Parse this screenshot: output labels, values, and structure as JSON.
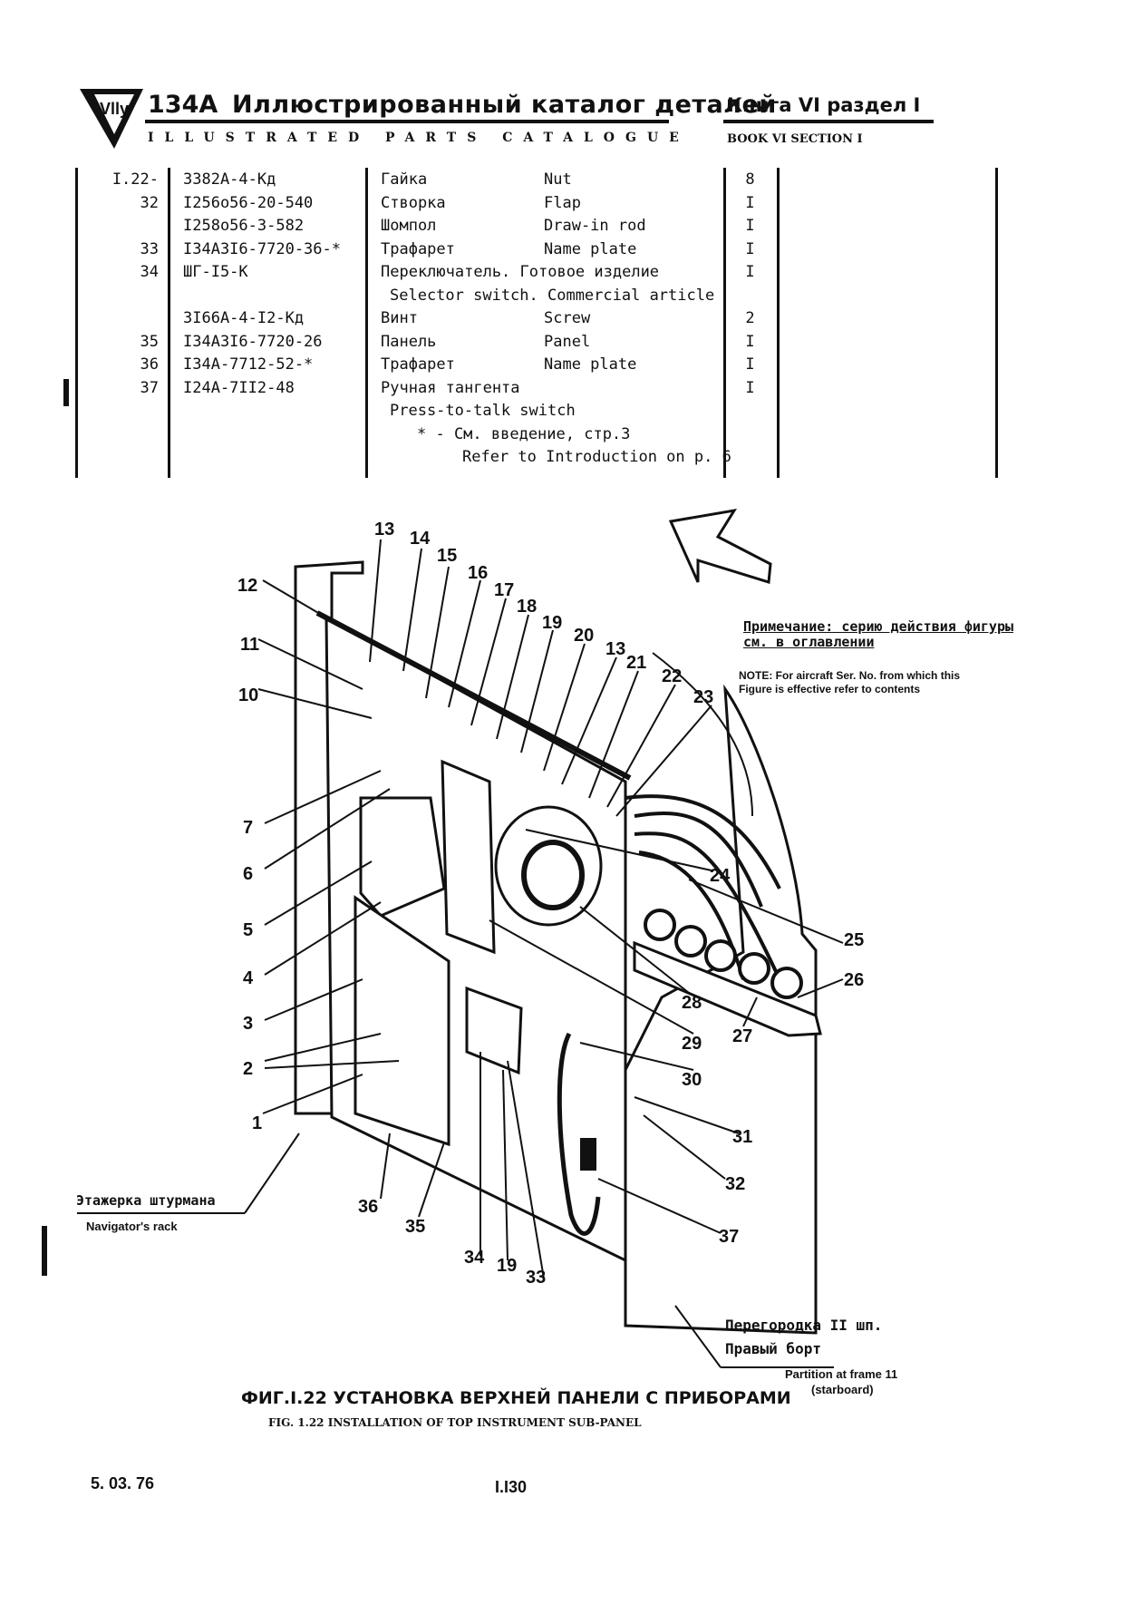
{
  "header": {
    "model": "134A",
    "title_ru": "Иллюстрированный каталог деталей",
    "title_en": "ILLUSTRATED PARTS CATALOGUE",
    "book_ru": "Книга VI раздел I",
    "book_en": "BOOK VI SECTION I"
  },
  "parts_table": {
    "rows": [
      {
        "fig": "I.22-",
        "part": "3382А-4-Кд",
        "name_ru": "Гайка",
        "name_en": "Nut",
        "qty": "8"
      },
      {
        "fig": "32",
        "part": "I256о56-20-540",
        "name_ru": "Створка",
        "name_en": "Flap",
        "qty": "I"
      },
      {
        "fig": "",
        "part": "I258о56-3-582",
        "name_ru": "Шомпол",
        "name_en": "Draw-in rod",
        "qty": "I"
      },
      {
        "fig": "33",
        "part": "I34A3I6-7720-36-*",
        "name_ru": "Трафарет",
        "name_en": "Name plate",
        "qty": "I"
      },
      {
        "fig": "34",
        "part": "ШГ-I5-К",
        "name_ru": "Переключатель. Готовое изделие",
        "name_en": "",
        "qty": "I"
      },
      {
        "fig": "",
        "part": "",
        "name_ru": "Selector switch. Commercial article",
        "name_en": "",
        "qty": ""
      },
      {
        "fig": "",
        "part": "3I66A-4-I2-Кд",
        "name_ru": "Винт",
        "name_en": "Screw",
        "qty": "2"
      },
      {
        "fig": "35",
        "part": "I34A3I6-7720-26",
        "name_ru": "Панель",
        "name_en": "Panel",
        "qty": "I"
      },
      {
        "fig": "36",
        "part": "I34A-7712-52-*",
        "name_ru": "Трафарет",
        "name_en": "Name plate",
        "qty": "I"
      },
      {
        "fig": "37",
        "part": "I24A-7II2-48",
        "name_ru": "Ручная тангента",
        "name_en": "",
        "qty": "I"
      },
      {
        "fig": "",
        "part": "",
        "name_ru": "Press-to-talk switch",
        "name_en": "",
        "qty": ""
      },
      {
        "fig": "",
        "part": "",
        "name_ru": "* - См. введение, стр.3",
        "name_en": "",
        "qty": ""
      },
      {
        "fig": "",
        "part": "",
        "name_ru": "Refer to Introduction on p. 6",
        "name_en": "",
        "qty": ""
      }
    ]
  },
  "figure": {
    "note_ru": "Примечание: серию действия фигуры см. в оглавлении",
    "note_en": "NOTE: For aircraft Ser. No. from which this Figure is effective refer to contents",
    "navigator_rack_ru": "Этажерка штурмана",
    "navigator_rack_en": "Navigator's rack",
    "partition_ru_1": "Перегородка II шп.",
    "partition_ru_2": "Правый борт",
    "partition_en_1": "Partition at frame 11",
    "partition_en_2": "(starboard)",
    "callouts": [
      "1",
      "2",
      "3",
      "4",
      "5",
      "6",
      "7",
      "10",
      "11",
      "12",
      "13",
      "14",
      "15",
      "16",
      "17",
      "18",
      "19",
      "20",
      "13",
      "21",
      "22",
      "23",
      "24",
      "25",
      "26",
      "27",
      "28",
      "29",
      "30",
      "31",
      "32",
      "37",
      "33",
      "19",
      "34",
      "35",
      "36"
    ]
  },
  "caption": {
    "ru": "ФИГ.I.22 УСТАНОВКА ВЕРХНЕЙ ПАНЕЛИ С ПРИБОРАМИ",
    "en": "FIG. 1.22 INSTALLATION OF TOP INSTRUMENT SUB-PANEL"
  },
  "footer": {
    "date": "5. 03. 76",
    "page": "I.I30"
  }
}
